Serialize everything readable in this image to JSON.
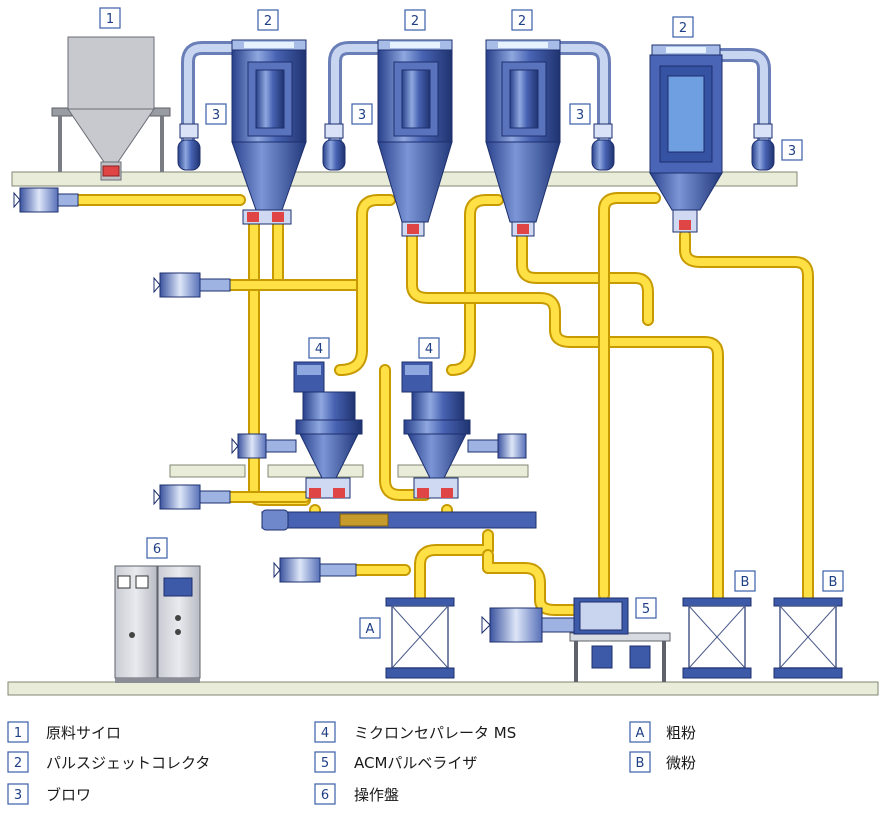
{
  "diagram": {
    "labels": {
      "silo": "1",
      "collector": "2",
      "blower": "3",
      "separator": "4",
      "pulverizer": "5",
      "panel": "6",
      "coarse": "A",
      "fine": "B"
    },
    "legend": [
      {
        "key": "1",
        "text": "原料サイロ"
      },
      {
        "key": "2",
        "text": "パルスジェットコレクタ"
      },
      {
        "key": "3",
        "text": "ブロワ"
      },
      {
        "key": "4",
        "text": "ミクロンセパレータ MS"
      },
      {
        "key": "5",
        "text": "ACMパルベライザ"
      },
      {
        "key": "6",
        "text": "操作盤"
      },
      {
        "key": "A",
        "text": "粗粉"
      },
      {
        "key": "B",
        "text": "微粉"
      }
    ],
    "colors": {
      "pipe": "#ffe145",
      "steel": "#3d5aa8",
      "label_border": "#3a5fa8"
    }
  }
}
